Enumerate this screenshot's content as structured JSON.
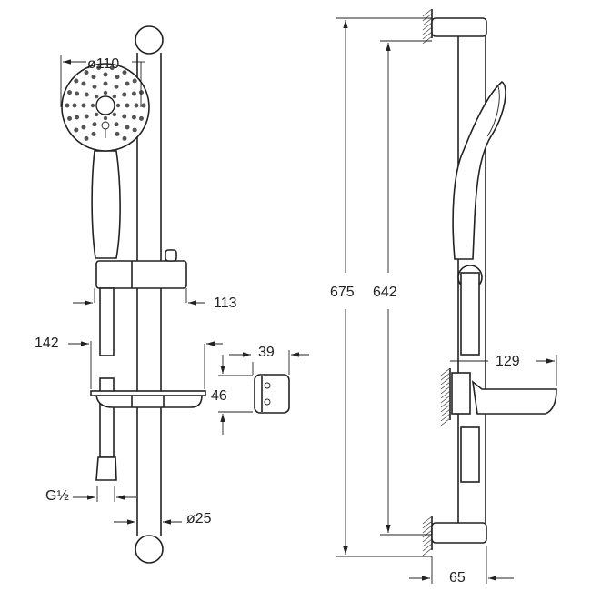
{
  "title": "Shower rail set technical drawing",
  "front_view": {
    "dimensions": {
      "head_diameter": "ø110",
      "holder_projection": "113",
      "hose_offset": "142",
      "bracket_width": "39",
      "bracket_height": "46",
      "connection_thread": "G½",
      "rail_diameter": "ø25"
    }
  },
  "side_view": {
    "dimensions": {
      "total_height": "675",
      "bracket_centers": "642",
      "soap_dish_depth": "129",
      "wall_distance": "65"
    }
  }
}
